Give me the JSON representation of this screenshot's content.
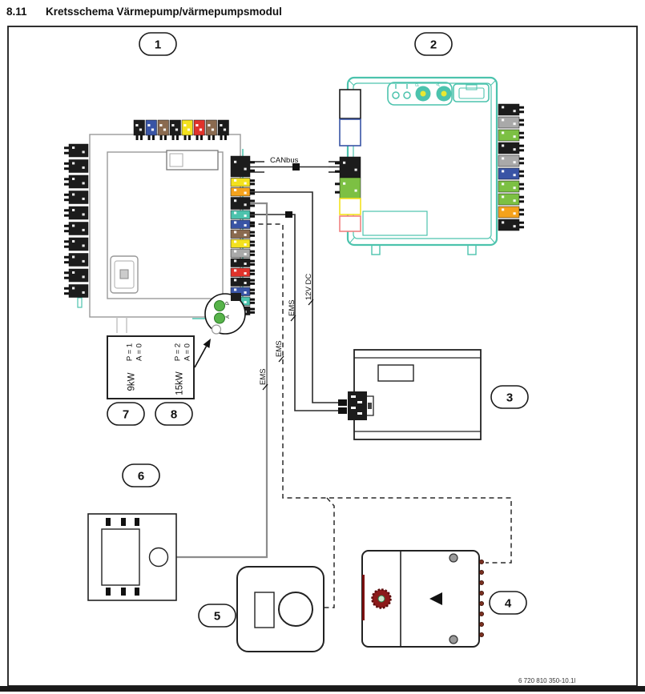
{
  "page": {
    "heading_number": "8.11",
    "heading_title": "Kretsschema Värmepump/värmepumpsmodul",
    "drawing_number": "6 720 810 350-10.1l"
  },
  "labels": {
    "canbus": "CANbus",
    "ems": "EMS",
    "v12dc": "12V DC",
    "p": "P",
    "a": "A"
  },
  "callouts": {
    "c1": "1",
    "c2": "2",
    "c3": "3",
    "c4": "4",
    "c5": "5",
    "c6": "6",
    "c7": "7",
    "c8": "8"
  },
  "config_box": {
    "variant1": {
      "power": "9kW",
      "p_setting": "P = 1",
      "a_setting": "A = 0"
    },
    "variant2": {
      "power": "15kW",
      "p_setting": "P = 2",
      "a_setting": "A = 0"
    }
  },
  "colors": {
    "black": "#1c1c1c",
    "blue": "#3954a5",
    "brown": "#8a6a4f",
    "yellow": "#f3e11e",
    "red": "#e0332b",
    "orange": "#f5a21c",
    "teal": "#4cc3ad",
    "gray": "#a9a9a9",
    "green": "#7cc043",
    "pink": "#f08080",
    "wire": "#2a2a2a",
    "wire_gray": "#8c8c8c",
    "board_line": "#9a9a9a"
  },
  "board1": {
    "top_connectors": [
      "black",
      "blue",
      "brown",
      "black",
      "yellow",
      "red",
      "brown",
      "black"
    ],
    "left_connectors": [
      "black",
      "black",
      "black",
      "black",
      "black",
      "black",
      "black",
      "black",
      "black",
      "black"
    ],
    "right_connectors": [
      {
        "c": "black",
        "h": 26
      },
      "yellow",
      "orange",
      {
        "c": "black",
        "h": 15
      },
      "teal",
      "blue",
      "brown",
      "yellow",
      "gray",
      "black",
      "red",
      "black",
      "blue",
      "teal",
      "black"
    ]
  },
  "board2": {
    "left_connectors": [
      {
        "c": "black",
        "s": "o",
        "h": 36
      },
      {
        "c": "blue",
        "s": "o",
        "h": 33,
        "m": 1
      },
      {
        "c": "black",
        "h": 26,
        "m": 14
      },
      {
        "c": "green",
        "h": 26
      },
      {
        "c": "yellow",
        "s": "o",
        "h": 20
      },
      {
        "c": "pink",
        "s": "o",
        "h": 19,
        "m": 2
      }
    ],
    "right_connectors": [
      "black",
      "gray",
      "green",
      "black",
      "gray",
      "blue",
      "green",
      "green",
      "orange",
      "black"
    ]
  }
}
